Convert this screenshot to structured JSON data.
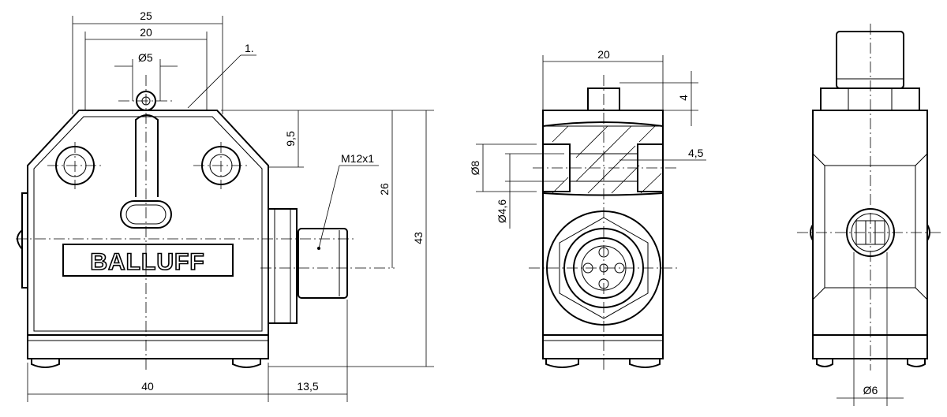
{
  "front_view": {
    "dim_width_top": "25",
    "dim_width_inner": "20",
    "dim_roller": "Ø5",
    "callout": "1.",
    "dim_height_top": "9,5",
    "dim_height_connector": "26",
    "dim_height_total": "43",
    "connector_thread": "M12x1",
    "dim_width_body": "40",
    "dim_connector_length": "13,5",
    "logo": "BALLUFF"
  },
  "side_view": {
    "dim_width": "20",
    "dim_top": "4",
    "dim_hole_outer": "Ø8",
    "dim_counterbore": "4,5",
    "dim_hole_inner": "Ø4,6"
  },
  "rear_view": {
    "dim_hole": "Ø6"
  }
}
